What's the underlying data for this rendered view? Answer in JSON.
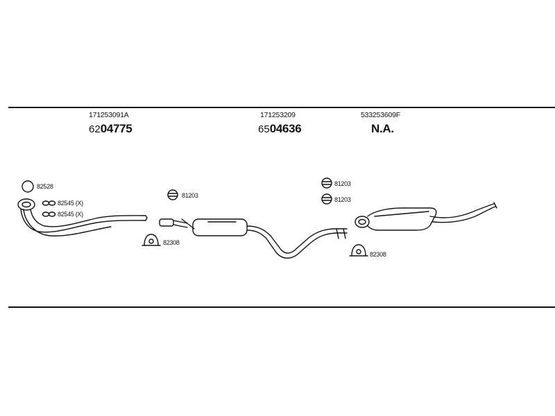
{
  "header_parts": [
    {
      "part_no": "171253091A",
      "order_prefix": "62",
      "order_main": "04775"
    },
    {
      "part_no": "171253209",
      "order_prefix": "65",
      "order_main": "04636"
    },
    {
      "part_no": "533253609F",
      "order_prefix": "",
      "order_main": "N.A."
    }
  ],
  "callouts": [
    {
      "code": "82528"
    },
    {
      "code": "82545 (X)"
    },
    {
      "code": "82545 (X)"
    },
    {
      "code": "81203"
    },
    {
      "code": "82308"
    },
    {
      "code": "81203"
    },
    {
      "code": "81203"
    },
    {
      "code": "82308"
    }
  ]
}
